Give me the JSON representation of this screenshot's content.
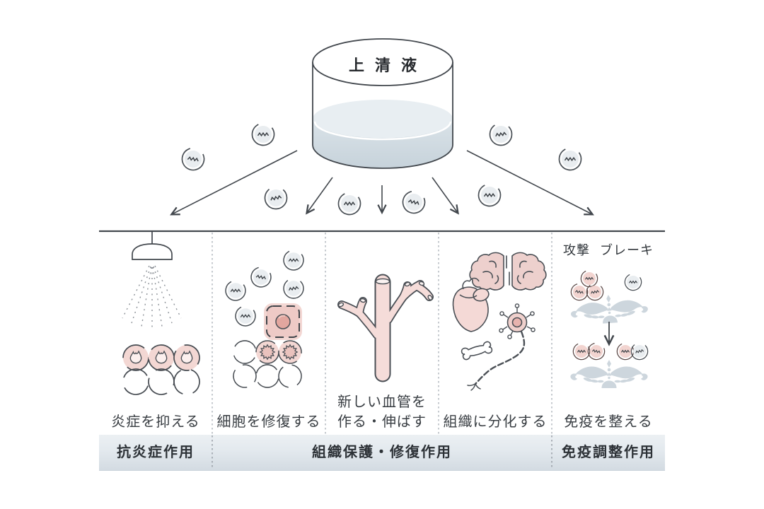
{
  "cylinder": {
    "label": "上清液",
    "icon": "supernatant-dish"
  },
  "panels": [
    {
      "caption": "炎症を抑える",
      "icon": "shower-on-inflamed-cells"
    },
    {
      "caption": "細胞を修復する",
      "icon": "repair-patch-cells"
    },
    {
      "caption_line1": "新しい血管を",
      "caption_line2": "作る・伸ばす",
      "icon": "blood-vessel-tree"
    },
    {
      "caption": "組織に分化する",
      "icon": "organs-brain-heart-neuron-bone"
    },
    {
      "caption": "免疫を整える",
      "icon": "immune-balance-scale",
      "attack_label": "攻撃",
      "brake_label": "ブレーキ"
    }
  ],
  "footer_bands": [
    {
      "label": "抗炎症作用"
    },
    {
      "label": "組織保護・修復作用"
    },
    {
      "label": "免疫調整作用"
    }
  ],
  "colors": {
    "line": "#42474d",
    "accent_pink": "#f3d7d3",
    "deep_pink": "#e2a69f",
    "molecule_fill": "#e9edf0",
    "liquid_top": "#e8eef2",
    "liquid_body": "#cdd8df",
    "ornament": "#ccd5dc",
    "band_top": "#ecf0f3",
    "band_bottom": "#d3dbe2"
  }
}
